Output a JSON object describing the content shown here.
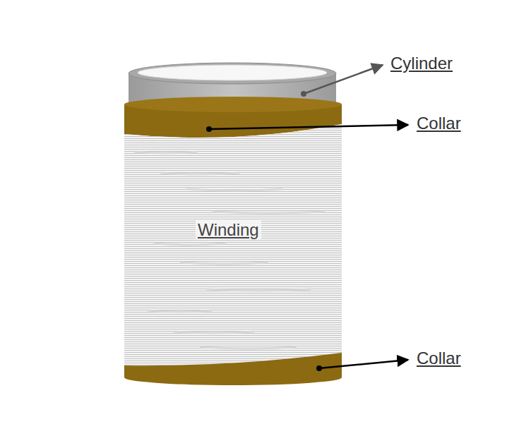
{
  "diagram": {
    "labels": [
      "Cylinder",
      "Collar",
      "Winding",
      "Collar"
    ]
  }
}
